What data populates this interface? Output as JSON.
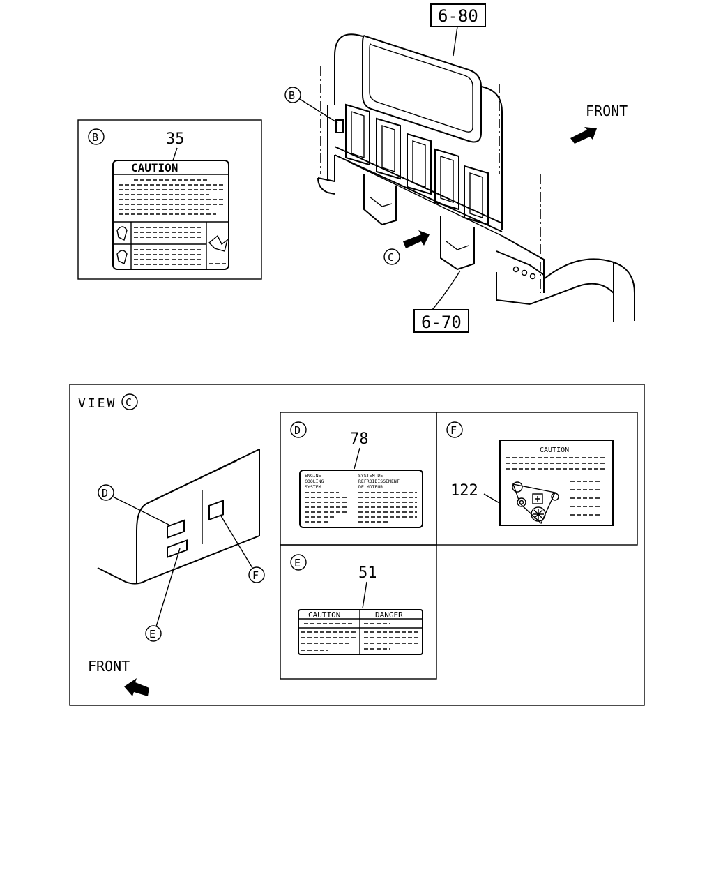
{
  "callouts": {
    "cab_upper_ref": "6-80",
    "cab_lower_ref": "6-70",
    "label_b_part": "35",
    "label_d_part": "78",
    "label_e_part": "51",
    "label_f_part": "122"
  },
  "markers": {
    "b": "B",
    "c": "C",
    "d": "D",
    "e": "E",
    "f": "F"
  },
  "direction": {
    "top_front": "FRONT",
    "bottom_front": "FRONT"
  },
  "view": {
    "title": "VIEW"
  },
  "label_b": {
    "heading": "CAUTION"
  },
  "label_d": {
    "left_line1": "ENGINE",
    "left_line2": "COOLING",
    "left_line3": "SYSTEM",
    "right_line1": "SYSTEM DE",
    "right_line2": "REFROIDISSEMENT",
    "right_line3": "DE MOTEUR"
  },
  "label_e": {
    "left_heading": "CAUTION",
    "right_heading": "DANGER"
  },
  "label_f": {
    "heading": "CAUTION"
  }
}
